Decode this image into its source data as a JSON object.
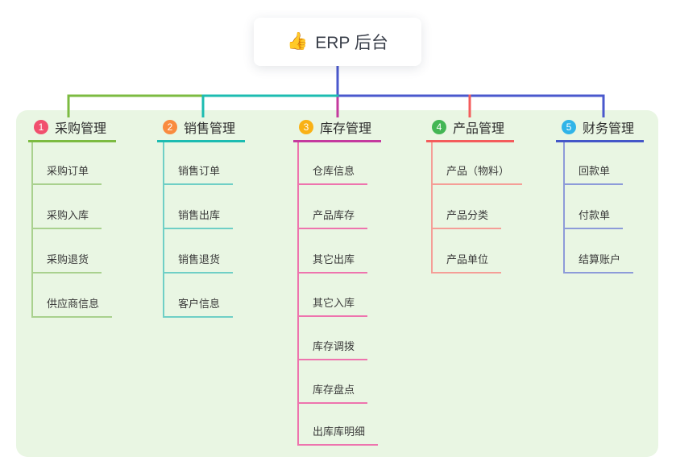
{
  "root": {
    "icon": "👍",
    "label": "ERP 后台"
  },
  "palette": {
    "panel-bg": "#e9f6e3",
    "text": "#333333",
    "spine-blue": "#4a58cd",
    "b1": "#7cbb41",
    "b1-light": "#a9d18e",
    "b1-badge": "#f1506e",
    "b2": "#1cbcb1",
    "b2-light": "#6fcfc6",
    "b2-badge": "#f98b3f",
    "b3": "#c43a9e",
    "b3-light": "#ee74ae",
    "b3-badge": "#f9b115",
    "b4": "#f45c5c",
    "b4-light": "#f59e97",
    "b4-badge": "#43b654",
    "b5": "#4457c8",
    "b5-light": "#8d9bd9",
    "b5-badge": "#30b4e8"
  },
  "branches": [
    {
      "num": "1",
      "label": "采购管理",
      "children": [
        "采购订单",
        "采购入库",
        "采购退货",
        "供应商信息"
      ]
    },
    {
      "num": "2",
      "label": "销售管理",
      "children": [
        "销售订单",
        "销售出库",
        "销售退货",
        "客户信息"
      ]
    },
    {
      "num": "3",
      "label": "库存管理",
      "children": [
        "仓库信息",
        "产品库存",
        "其它出库",
        "其它入库",
        "库存调拨",
        "库存盘点",
        "出库库明细"
      ]
    },
    {
      "num": "4",
      "label": "产品管理",
      "children": [
        "产品（物料）",
        "产品分类",
        "产品单位"
      ]
    },
    {
      "num": "5",
      "label": "财务管理",
      "children": [
        "回款单",
        "付款单",
        "结算账户"
      ]
    }
  ]
}
